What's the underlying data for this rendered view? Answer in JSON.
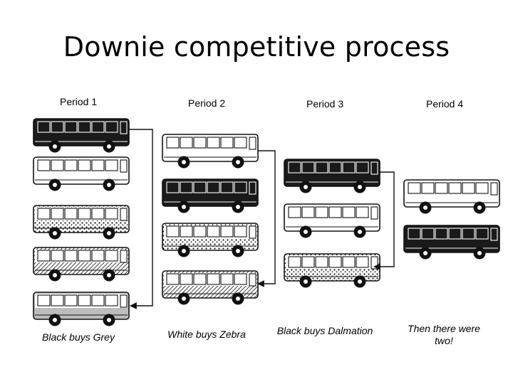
{
  "title": "Downie competitive process",
  "periods": [
    {
      "label": "Period 1",
      "caption": "Black buys Grey",
      "buses": [
        "black",
        "white",
        "dalmation",
        "zebra",
        "grey"
      ]
    },
    {
      "label": "Period 2",
      "caption": "White buys Zebra",
      "buses": [
        "white",
        "black",
        "dalmation",
        "zebra"
      ]
    },
    {
      "label": "Period 3",
      "caption": "Black buys Dalmation",
      "buses": [
        "black",
        "white",
        "dalmation"
      ]
    },
    {
      "label": "Period 4",
      "caption": "Then there were two!",
      "buses": [
        "white",
        "black"
      ]
    }
  ],
  "colors": {
    "black": "#1a1a1a",
    "white": "#ffffff",
    "grey": "#bdbdbd",
    "outline": "#111111"
  }
}
